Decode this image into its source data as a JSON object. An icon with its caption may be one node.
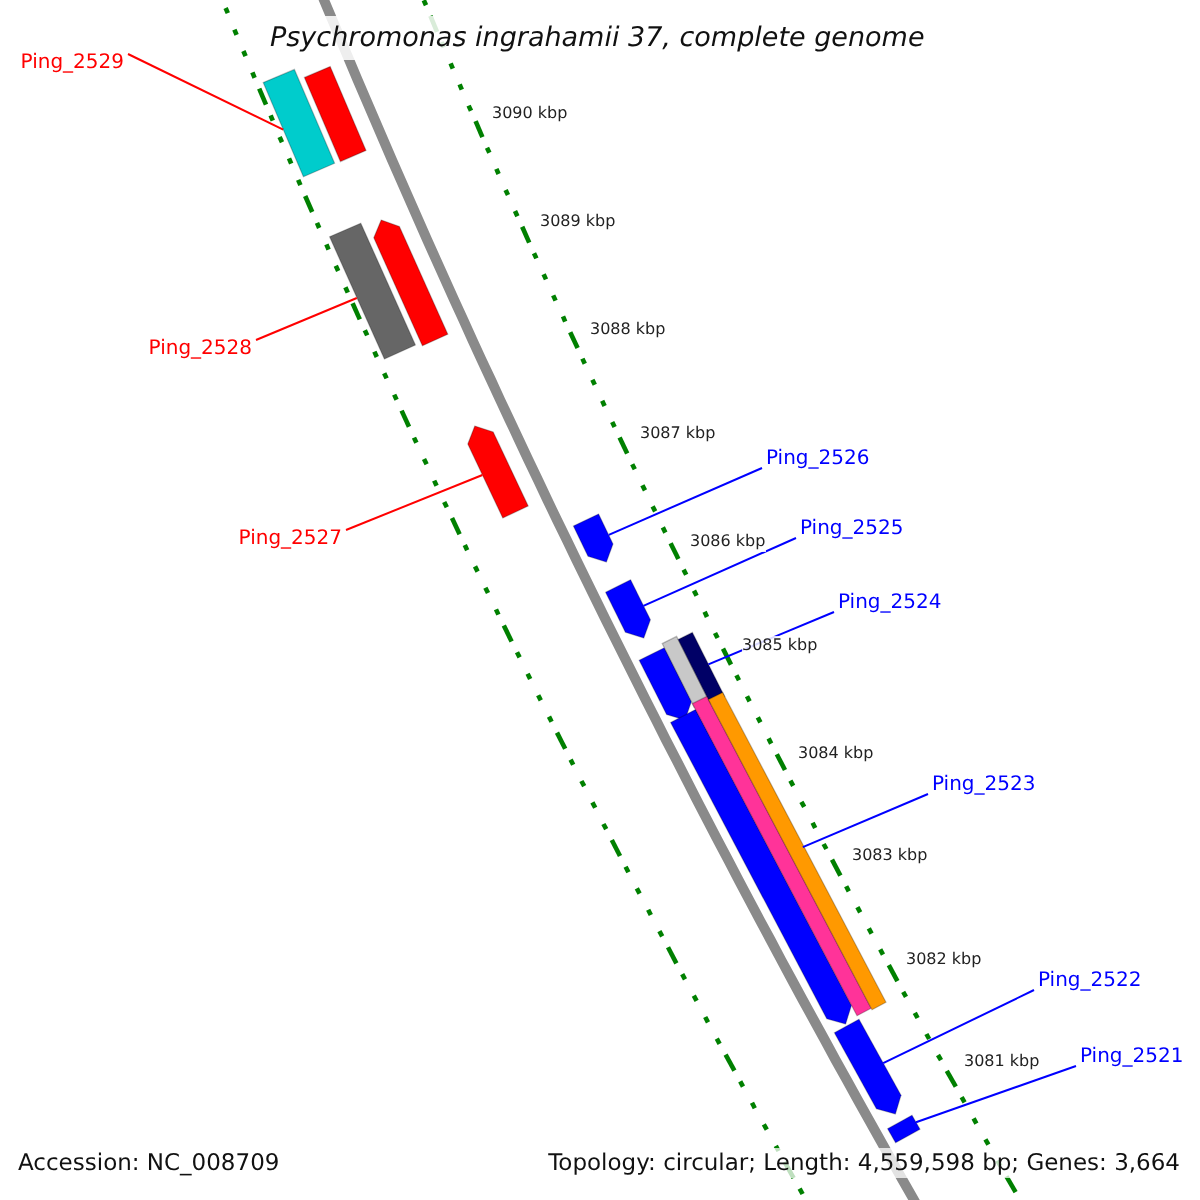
{
  "diagram": {
    "title": "Psychromonas ingrahamii 37, complete genome",
    "nodes": [
      {
        "text": [
          "Ping_2529"
        ]
      },
      {
        "text": [
          "Ping_2528"
        ]
      },
      {
        "text": [
          "Ping_2527"
        ]
      },
      {
        "text": [
          "Ping_2526"
        ]
      },
      {
        "text": [
          "Ping_2525"
        ]
      },
      {
        "text": [
          "Ping_2524"
        ]
      },
      {
        "text": [
          "Ping_2523"
        ]
      },
      {
        "text": [
          "Ping_2522"
        ]
      },
      {
        "text": [
          "Ping_2521"
        ]
      },
      {
        "text": [],
        "shape": "bar"
      },
      {
        "text": [],
        "shape": "bar"
      },
      {
        "text": [],
        "shape": "bar"
      },
      {
        "text": [],
        "shape": "bar"
      },
      {
        "text": [],
        "shape": "bar"
      },
      {
        "text": [],
        "shape": "bar"
      },
      {
        "text": [],
        "shape": "bar"
      },
      {
        "text": [],
        "shape": "bar"
      },
      {
        "text": [],
        "shape": "bar"
      },
      {
        "text": [],
        "shape": "bar"
      },
      {
        "text": [],
        "shape": "bar"
      },
      {
        "text": [],
        "shape": "bar"
      },
      {
        "text": [],
        "shape": "bar"
      },
      {
        "text": [],
        "shape": "bar"
      },
      {
        "text": [],
        "shape": "bar"
      }
    ],
    "edges": [
      {
        "from": 0,
        "to": 9,
        "arrow": "none",
        "color": "#ff0000"
      },
      {
        "from": 1,
        "to": 11,
        "arrow": "none",
        "color": "#ff0000"
      },
      {
        "from": 2,
        "to": 13,
        "arrow": "none",
        "color": "#ff0000"
      },
      {
        "from": 3,
        "to": 14,
        "arrow": "none"
      },
      {
        "from": 4,
        "to": 15,
        "arrow": "none"
      },
      {
        "from": 5,
        "to": 18,
        "arrow": "none"
      },
      {
        "from": 6,
        "to": 21,
        "arrow": "none"
      },
      {
        "from": 7,
        "to": 22,
        "arrow": "none"
      },
      {
        "from": 8,
        "to": 23,
        "arrow": "none"
      }
    ],
    "labels": [
      "3090 kbp",
      "3089 kbp",
      "3088 kbp",
      "3087 kbp",
      "3086 kbp",
      "3085 kbp",
      "3084 kbp",
      "3083 kbp",
      "3082 kbp",
      "3081 kbp",
      "Accession: NC_008709",
      "Topology: circular; Length: 4,559,598 bp; Genes: 3,664"
    ]
  }
}
